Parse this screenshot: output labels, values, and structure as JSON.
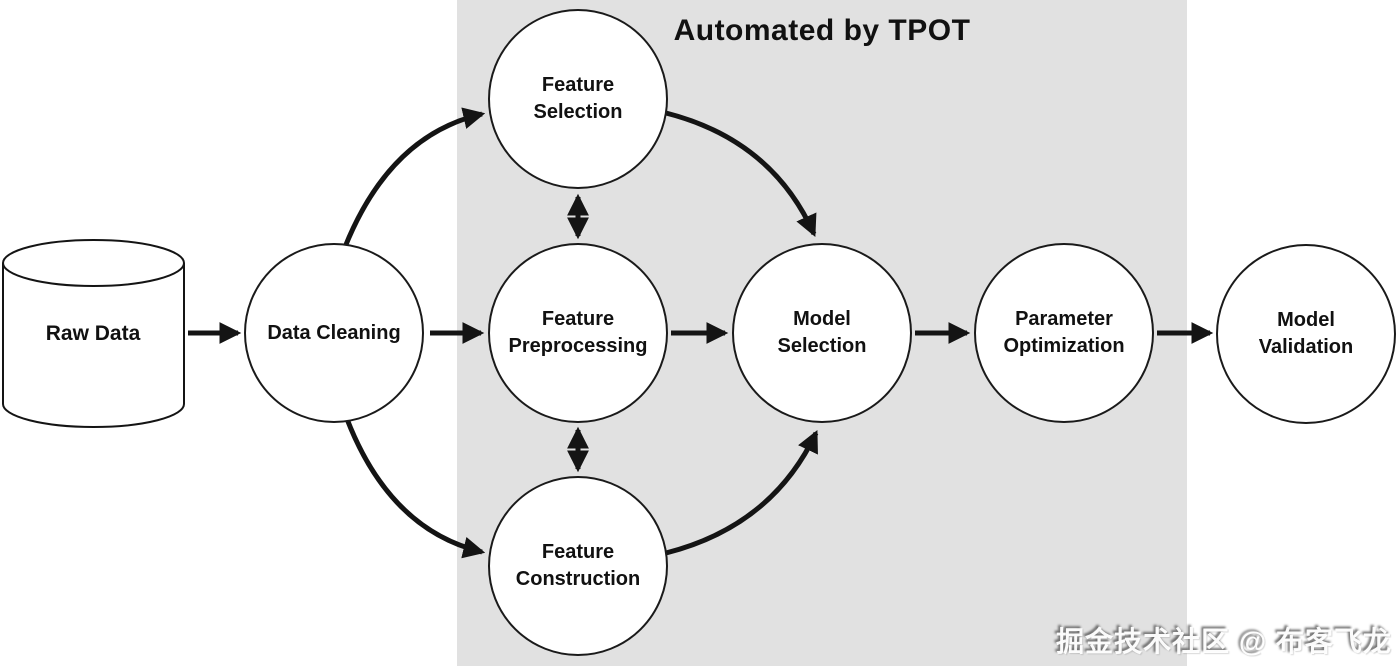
{
  "diagram": {
    "region_label": "Automated by TPOT",
    "nodes": {
      "raw_data": {
        "label": "Raw Data",
        "shape": "cylinder"
      },
      "data_cleaning": {
        "label": "Data Cleaning",
        "shape": "circle"
      },
      "feature_selection": {
        "label": "Feature\nSelection",
        "shape": "circle"
      },
      "feature_preprocessing": {
        "label": "Feature\nPreprocessing",
        "shape": "circle"
      },
      "feature_construction": {
        "label": "Feature\nConstruction",
        "shape": "circle"
      },
      "model_selection": {
        "label": "Model\nSelection",
        "shape": "circle"
      },
      "parameter_optimization": {
        "label": "Parameter\nOptimization",
        "shape": "circle"
      },
      "model_validation": {
        "label": "Model\nValidation",
        "shape": "circle"
      }
    },
    "edges": [
      {
        "from": "raw_data",
        "to": "data_cleaning",
        "bidirectional": false
      },
      {
        "from": "data_cleaning",
        "to": "feature_selection",
        "bidirectional": false
      },
      {
        "from": "data_cleaning",
        "to": "feature_preprocessing",
        "bidirectional": false
      },
      {
        "from": "data_cleaning",
        "to": "feature_construction",
        "bidirectional": false
      },
      {
        "from": "feature_selection",
        "to": "feature_preprocessing",
        "bidirectional": true
      },
      {
        "from": "feature_preprocessing",
        "to": "feature_construction",
        "bidirectional": true
      },
      {
        "from": "feature_selection",
        "to": "model_selection",
        "bidirectional": false
      },
      {
        "from": "feature_preprocessing",
        "to": "model_selection",
        "bidirectional": false
      },
      {
        "from": "feature_construction",
        "to": "model_selection",
        "bidirectional": false
      },
      {
        "from": "model_selection",
        "to": "parameter_optimization",
        "bidirectional": false
      },
      {
        "from": "parameter_optimization",
        "to": "model_validation",
        "bidirectional": false
      }
    ],
    "colors": {
      "region_bg": "#e1e1e1",
      "node_fill": "#ffffff",
      "stroke": "#141414"
    }
  },
  "watermark": "掘金技术社区 @ 布客飞龙"
}
